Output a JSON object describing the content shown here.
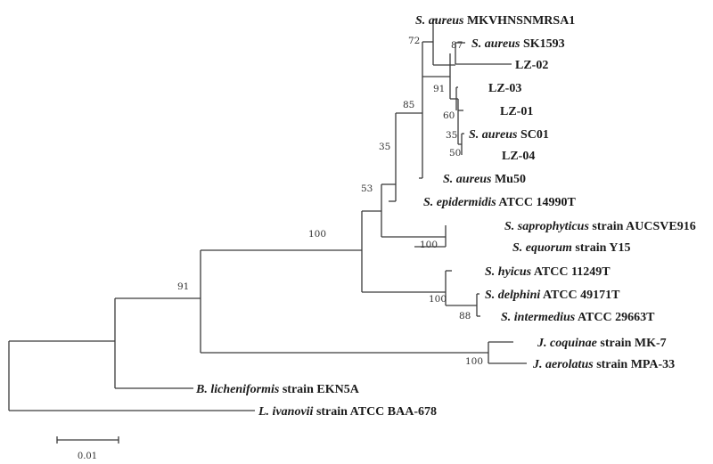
{
  "leaves": [
    {
      "id": "mkvhn",
      "species": "S. aureus",
      "rest": " MKVHNSNMRSA1"
    },
    {
      "id": "sk1593",
      "species": "S. aureus",
      "rest": " SK1593"
    },
    {
      "id": "lz02",
      "species": "",
      "rest": "LZ-02"
    },
    {
      "id": "lz03",
      "species": "",
      "rest": "LZ-03"
    },
    {
      "id": "lz01",
      "species": "",
      "rest": "LZ-01"
    },
    {
      "id": "sc01",
      "species": "S. aureus",
      "rest": " SC01"
    },
    {
      "id": "lz04",
      "species": "",
      "rest": "LZ-04"
    },
    {
      "id": "mu50",
      "species": "S. aureus",
      "rest": " Mu50"
    },
    {
      "id": "sepid",
      "species": "S. epidermidis",
      "rest": " ATCC 14990T"
    },
    {
      "id": "ssapro",
      "species": "S. saprophyticus",
      "rest": " strain AUCSVE916"
    },
    {
      "id": "sequo",
      "species": "S. equorum",
      "rest": " strain Y15"
    },
    {
      "id": "shyic",
      "species": "S. hyicus",
      "rest": " ATCC 11249T"
    },
    {
      "id": "sdelp",
      "species": "S. delphini",
      "rest": " ATCC 49171T"
    },
    {
      "id": "sinter",
      "species": "S. intermedius",
      "rest": " ATCC 29663T"
    },
    {
      "id": "jcoq",
      "species": "J. coquinae",
      "rest": " strain MK-7"
    },
    {
      "id": "jaer",
      "species": "J. aerolatus",
      "rest": " strain MPA-33"
    },
    {
      "id": "blich",
      "species": "B. licheniformis",
      "rest": " strain EKN5A"
    },
    {
      "id": "livan",
      "species": "L. ivanovii",
      "rest": " strain ATCC BAA-678"
    }
  ],
  "bootstrap": [
    {
      "id": "b72",
      "value": "72"
    },
    {
      "id": "b87",
      "value": "87"
    },
    {
      "id": "b91a",
      "value": "91"
    },
    {
      "id": "b60",
      "value": "60"
    },
    {
      "id": "b35a",
      "value": "35"
    },
    {
      "id": "b50",
      "value": "50"
    },
    {
      "id": "b85",
      "value": "85"
    },
    {
      "id": "b35b",
      "value": "35"
    },
    {
      "id": "b53",
      "value": "53"
    },
    {
      "id": "b100a",
      "value": "100"
    },
    {
      "id": "b100b",
      "value": "100"
    },
    {
      "id": "b100c",
      "value": "100"
    },
    {
      "id": "b88",
      "value": "88"
    },
    {
      "id": "b91b",
      "value": "91"
    },
    {
      "id": "b100d",
      "value": "100"
    }
  ],
  "scale_bar": {
    "label": "0.01"
  }
}
